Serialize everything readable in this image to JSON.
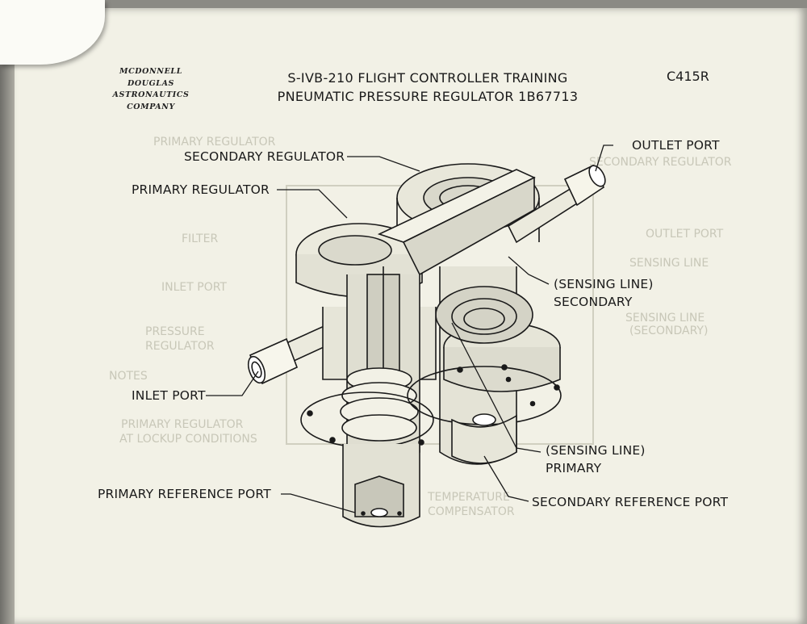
{
  "logo": {
    "lines": [
      "MCDONNELL",
      "DOUGLAS",
      "ASTRONAUTICS",
      "COMPANY"
    ]
  },
  "title": {
    "line1": "S-IVB-210 FLIGHT CONTROLLER TRAINING",
    "line2": "PNEUMATIC PRESSURE REGULATOR 1B67713"
  },
  "doc_code": "C415R",
  "labels": {
    "secondary_regulator": "SECONDARY REGULATOR",
    "primary_regulator": "PRIMARY REGULATOR",
    "outlet_port": "OUTLET PORT",
    "sensing_line_secondary_1": "(SENSING LINE)",
    "sensing_line_secondary_2": "SECONDARY",
    "inlet_port": "INLET PORT",
    "sensing_line_primary_1": "(SENSING LINE)",
    "sensing_line_primary_2": "PRIMARY",
    "primary_reference_port": "PRIMARY REFERENCE PORT",
    "secondary_reference_port": "SECONDARY REFERENCE PORT"
  },
  "colors": {
    "paper": "#f2f1e6",
    "ink": "#1a1a1a"
  }
}
